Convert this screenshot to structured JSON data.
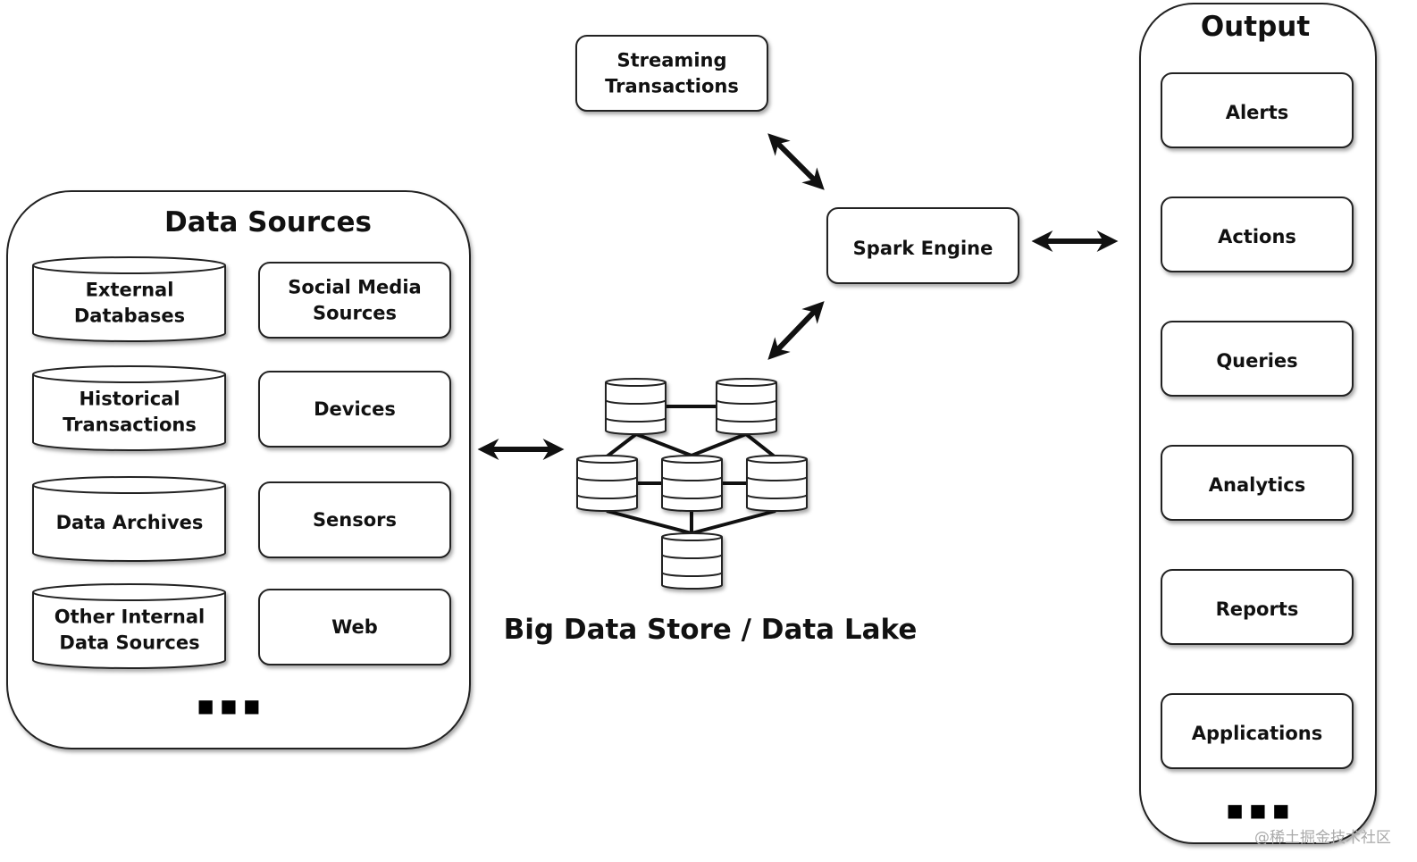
{
  "data_sources": {
    "title": "Data Sources",
    "databases": [
      "External\nDatabases",
      "Historical\nTransactions",
      "Data Archives",
      "Other Internal\nData Sources"
    ],
    "sources": [
      "Social Media\nSources",
      "Devices",
      "Sensors",
      "Web"
    ],
    "more": "■ ■ ■"
  },
  "streaming": "Streaming\nTransactions",
  "spark": "Spark Engine",
  "data_lake": {
    "label": "Big Data Store / Data Lake"
  },
  "output": {
    "title": "Output",
    "items": [
      "Alerts",
      "Actions",
      "Queries",
      "Analytics",
      "Reports",
      "Applications"
    ],
    "more": "■ ■ ■"
  },
  "watermark": "@稀土掘金技术社区"
}
